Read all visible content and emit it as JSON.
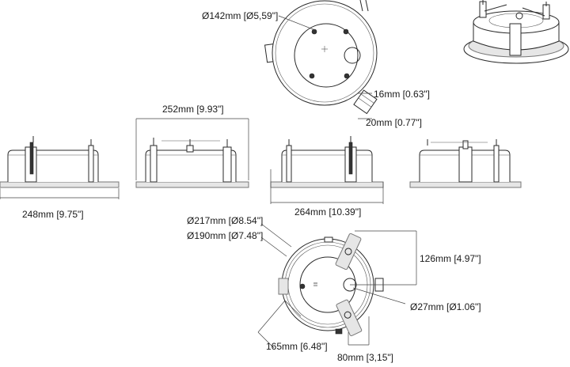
{
  "dimensions": {
    "top_diameter": "Ø142mm [Ø5,59\"]",
    "conduit_16": "16mm [0.63\"]",
    "conduit_20": "20mm [0.77\"]",
    "width_252": "252mm [9.93\"]",
    "width_248": "248mm [9.75\"]",
    "width_264": "264mm [10.39\"]",
    "outer_diameter": "Ø217mm [Ø8.54\"]",
    "cutout_diameter": "Ø190mm [Ø7.48\"]",
    "clamp_span": "126mm [4.97\"]",
    "hole_diameter": "Ø27mm [Ø1.06\"]",
    "depth_165": "165mm [6.48\"]",
    "offset_80": "80mm [3,15\"]"
  },
  "colors": {
    "line": "#2a2a2a",
    "fill_gray": "#e6e6e6",
    "background": "#ffffff"
  }
}
